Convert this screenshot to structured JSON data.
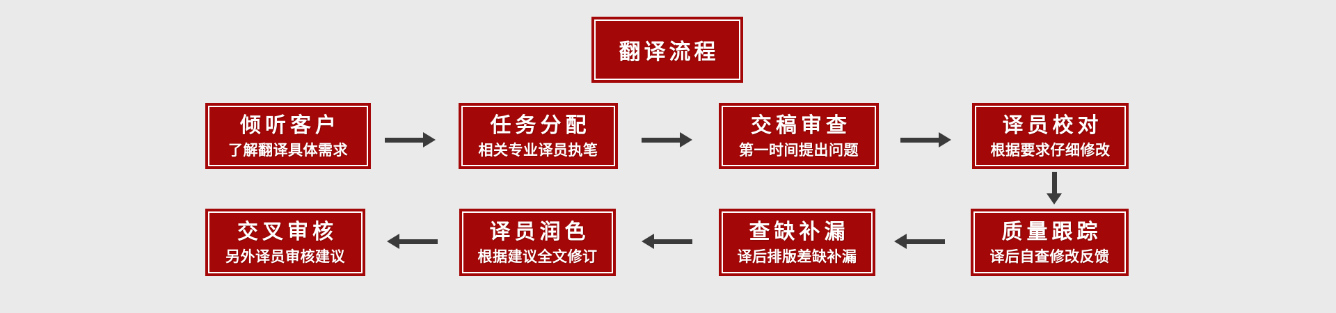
{
  "canvas": {
    "background_color": "#eaeaea"
  },
  "colors": {
    "box_red": "#a40707",
    "inner_border": "#ffffff",
    "arrow": "#3b3b3b",
    "text": "#ffffff"
  },
  "title": {
    "label": "翻译流程"
  },
  "steps": [
    {
      "title": "倾听客户",
      "subtitle": "了解翻译具体需求"
    },
    {
      "title": "任务分配",
      "subtitle": "相关专业译员执笔"
    },
    {
      "title": "交稿审查",
      "subtitle": "第一时间提出问题"
    },
    {
      "title": "译员校对",
      "subtitle": "根据要求仔细修改"
    },
    {
      "title": "质量跟踪",
      "subtitle": "译后自查修改反馈"
    },
    {
      "title": "查缺补漏",
      "subtitle": "译后排版差缺补漏"
    },
    {
      "title": "译员润色",
      "subtitle": "根据建议全文修订"
    },
    {
      "title": "交叉审核",
      "subtitle": "另外译员审核建议"
    }
  ],
  "arrows": [
    {
      "icon": "arrow-right-icon",
      "from": "倾听客户",
      "to": "任务分配"
    },
    {
      "icon": "arrow-right-icon",
      "from": "任务分配",
      "to": "交稿审查"
    },
    {
      "icon": "arrow-right-icon",
      "from": "交稿审查",
      "to": "译员校对"
    },
    {
      "icon": "arrow-down-icon",
      "from": "译员校对",
      "to": "质量跟踪"
    },
    {
      "icon": "arrow-left-icon",
      "from": "质量跟踪",
      "to": "查缺补漏"
    },
    {
      "icon": "arrow-left-icon",
      "from": "查缺补漏",
      "to": "译员润色"
    },
    {
      "icon": "arrow-left-icon",
      "from": "译员润色",
      "to": "交叉审核"
    }
  ]
}
